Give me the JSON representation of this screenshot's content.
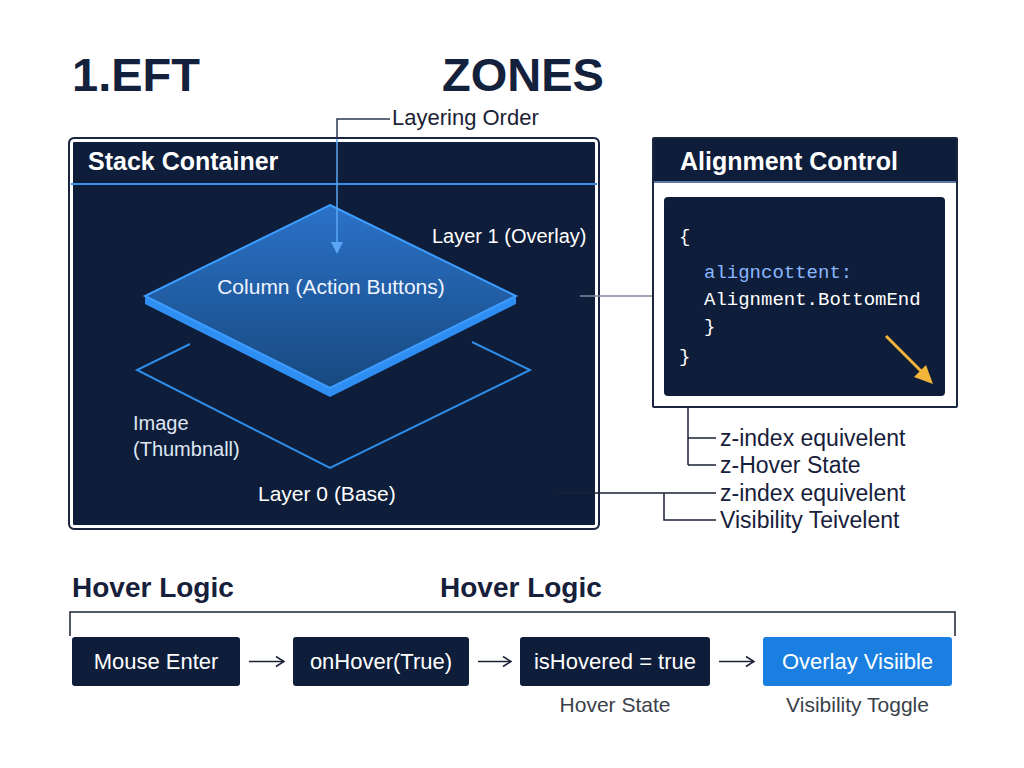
{
  "diagram": {
    "title": "1.EFT",
    "nodes": [
      {
        "text": [
          "Stack Container"
        ]
      },
      {
        "text": [
          "Column (Action Buttons)"
        ],
        "in": 0
      },
      {
        "text": [
          "Image (Thumbnall)"
        ],
        "in": 0
      },
      {
        "text": [
          "Alignment Control"
        ]
      },
      {
        "text": [
          "{",
          "aligncottent:",
          "Alignment.BottomEnd",
          "}",
          "}"
        ],
        "in": 3
      },
      {
        "text": [
          "Mouse Enter"
        ]
      },
      {
        "text": [
          "onHover(True)"
        ]
      },
      {
        "text": [
          "isHovered = true",
          "Hover State"
        ]
      },
      {
        "text": [
          "Overlay Visiible",
          "Visibility Toggle"
        ]
      }
    ],
    "edges": [
      {
        "from": 5,
        "to": 6,
        "arrow": "to"
      },
      {
        "from": 6,
        "to": 7,
        "arrow": "to"
      },
      {
        "from": 7,
        "to": 8,
        "arrow": "to"
      }
    ],
    "labels": [
      "ZONES",
      "Layering Order",
      "Layer 1 (Overlay)",
      "Layer 0 (Base)",
      "z-index equivelent",
      "z-Hover State",
      "z-index equivelent",
      "Visibility Teivelent",
      "Hover Logic",
      "Hover Logic"
    ]
  }
}
